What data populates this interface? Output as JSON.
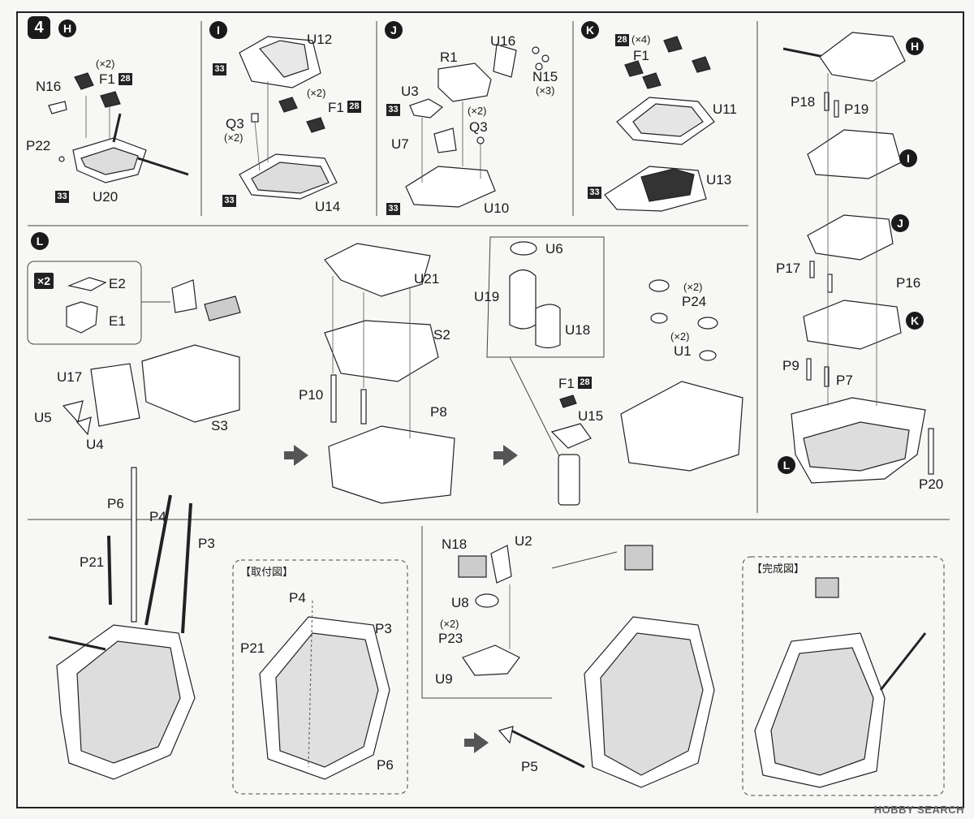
{
  "step": {
    "number": "4"
  },
  "markers": {
    "H": "H",
    "I": "I",
    "J": "J",
    "K": "K",
    "L": "L"
  },
  "color_code": "28",
  "black_code": "33",
  "multiplier": "×2",
  "labels": {
    "F1": "F1",
    "N16": "N16",
    "P22": "P22",
    "U20": "U20",
    "x2": "(×2)",
    "x3": "(×3)",
    "x4": "(×4)",
    "U12": "U12",
    "Q3": "Q3",
    "U14": "U14",
    "R1": "R1",
    "U16": "U16",
    "N15": "N15",
    "U3": "U3",
    "U7": "U7",
    "U10": "U10",
    "U11": "U11",
    "U13": "U13",
    "P18": "P18",
    "P19": "P19",
    "P17": "P17",
    "P16": "P16",
    "P9": "P9",
    "P7": "P7",
    "P20": "P20",
    "E2": "E2",
    "E1": "E1",
    "U17": "U17",
    "U5": "U5",
    "U4": "U4",
    "S3": "S3",
    "U21": "U21",
    "S2": "S2",
    "P10": "P10",
    "P8": "P8",
    "U6": "U6",
    "U19": "U19",
    "U18": "U18",
    "U15": "U15",
    "P24": "P24",
    "U1": "U1",
    "P6": "P6",
    "P4": "P4",
    "P3": "P3",
    "P21": "P21",
    "N18": "N18",
    "U2": "U2",
    "U8": "U8",
    "P23": "P23",
    "U9": "U9",
    "P5": "P5"
  },
  "insets": {
    "mounting": "【取付図】",
    "completed": "【完成図】"
  },
  "watermark": "HOBBY SEARCH"
}
